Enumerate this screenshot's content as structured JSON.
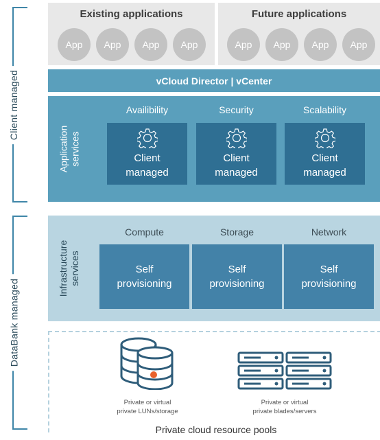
{
  "side": {
    "client_managed": "Client managed",
    "databank_managed": "DataBank managed"
  },
  "apps": {
    "existing_title": "Existing applications",
    "future_title": "Future applications",
    "app_label": "App"
  },
  "vcloud": {
    "label": "vCloud Director | vCenter"
  },
  "application_services": {
    "label_line1": "Application",
    "label_line2": "services",
    "columns": [
      {
        "heading": "Availibility",
        "line1": "Client",
        "line2": "managed",
        "icon": "gear-icon"
      },
      {
        "heading": "Security",
        "line1": "Client",
        "line2": "managed",
        "icon": "gear-icon"
      },
      {
        "heading": "Scalability",
        "line1": "Client",
        "line2": "managed",
        "icon": "gear-icon"
      }
    ]
  },
  "infrastructure_services": {
    "label_line1": "Infrastructure",
    "label_line2": "services",
    "columns": [
      {
        "heading": "Compute",
        "line1": "Self",
        "line2": "provisioning"
      },
      {
        "heading": "Storage",
        "line1": "Self",
        "line2": "provisioning"
      },
      {
        "heading": "Network",
        "line1": "Self",
        "line2": "provisioning"
      }
    ]
  },
  "resources": {
    "title": "Private cloud resource pools",
    "storage": {
      "line1": "Private or virtual",
      "line2": "private LUNs/storage",
      "icon": "database-icon"
    },
    "servers": {
      "line1": "Private or virtual",
      "line2": "private blades/servers",
      "icon": "server-rack-icon"
    }
  },
  "colors": {
    "blue_mid": "#5a9fbc",
    "blue_dark": "#2f6f93",
    "blue_infra_bg": "#b9d5e1",
    "blue_infra_box": "#4382a8",
    "accent_orange": "#e8622c",
    "gray_panel": "#e8e8e8",
    "gray_circle": "#c3c3c3"
  }
}
